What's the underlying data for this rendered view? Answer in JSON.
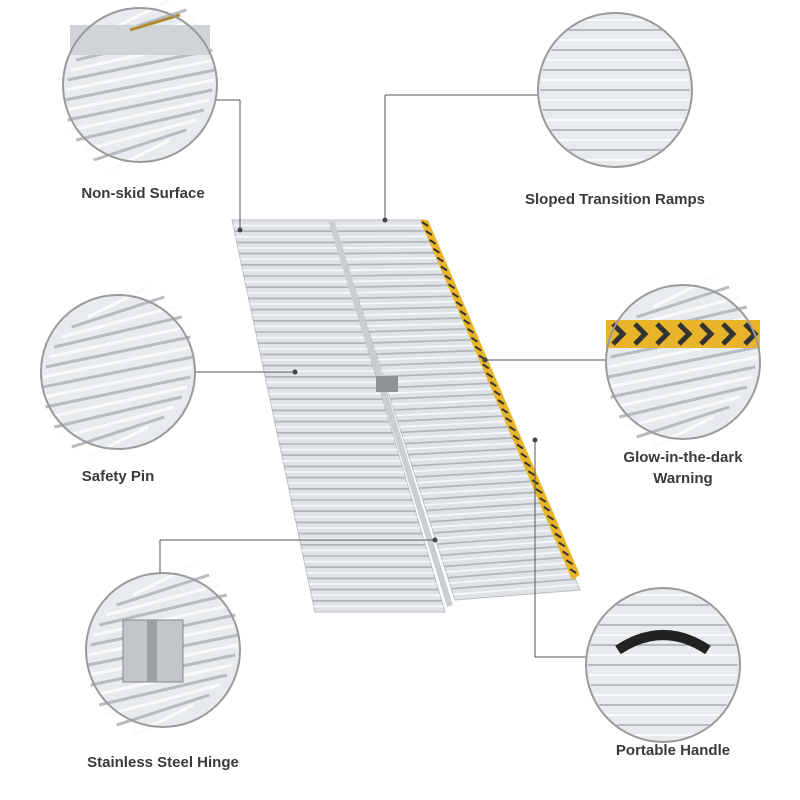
{
  "features": [
    {
      "id": "non-skid-surface",
      "label": "Non-skid Surface"
    },
    {
      "id": "sloped-transition-ramps",
      "label": "Sloped Transition Ramps"
    },
    {
      "id": "safety-pin",
      "label": "Safety Pin"
    },
    {
      "id": "glow-in-the-dark-warning",
      "label_line1": "Glow-in-the-dark",
      "label_line2": "Warning"
    },
    {
      "id": "stainless-steel-hinge",
      "label": "Stainless Steel Hinge"
    },
    {
      "id": "portable-handle",
      "label": "Portable Handle"
    }
  ],
  "colors": {
    "aluminum": "#dfe3e6",
    "warning_yellow": "#e8b52a",
    "line": "#555555",
    "circle_border": "#9a9a9a"
  }
}
